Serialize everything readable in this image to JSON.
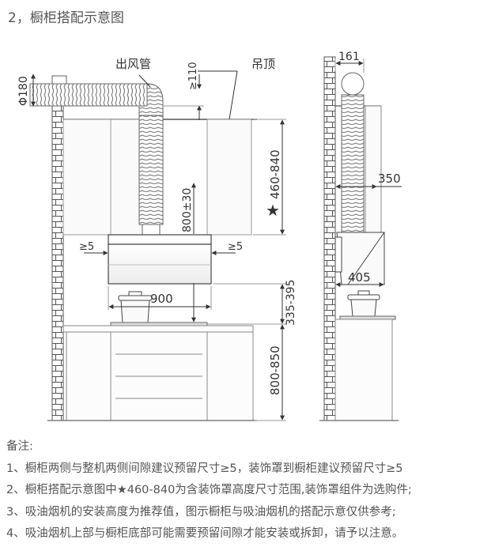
{
  "title": "2，橱柜搭配示意图",
  "labels": {
    "exhaust_pipe": "出风管",
    "ceiling": "吊顶",
    "phi180": "Φ180",
    "gap110": "≥110",
    "range460_840": "460-840",
    "star": "★",
    "h800": "800±30",
    "gap5_left": "≥5",
    "gap5_right": "≥5",
    "w900": "900",
    "h335_395": "335-395",
    "h800_850": "800-850",
    "d161": "161",
    "d350": "350",
    "d405": "405"
  },
  "notes": {
    "heading": "备注:",
    "items": [
      "1、橱柜两侧与整机两侧间隙建议预留尺寸≥5，装饰罩到橱柜建议预留尺寸≥5",
      "2、橱柜搭配示意图中★460-840为含装饰罩高度尺寸范围,装饰罩组件为选购件;",
      "3、吸油烟机的安装高度为推荐值，图示橱柜与吸油烟机的搭配示意仅供参考;",
      "4、吸油烟机上部与橱柜底部可能需要预留间隙才能安装或拆卸，请予以注意。"
    ]
  }
}
